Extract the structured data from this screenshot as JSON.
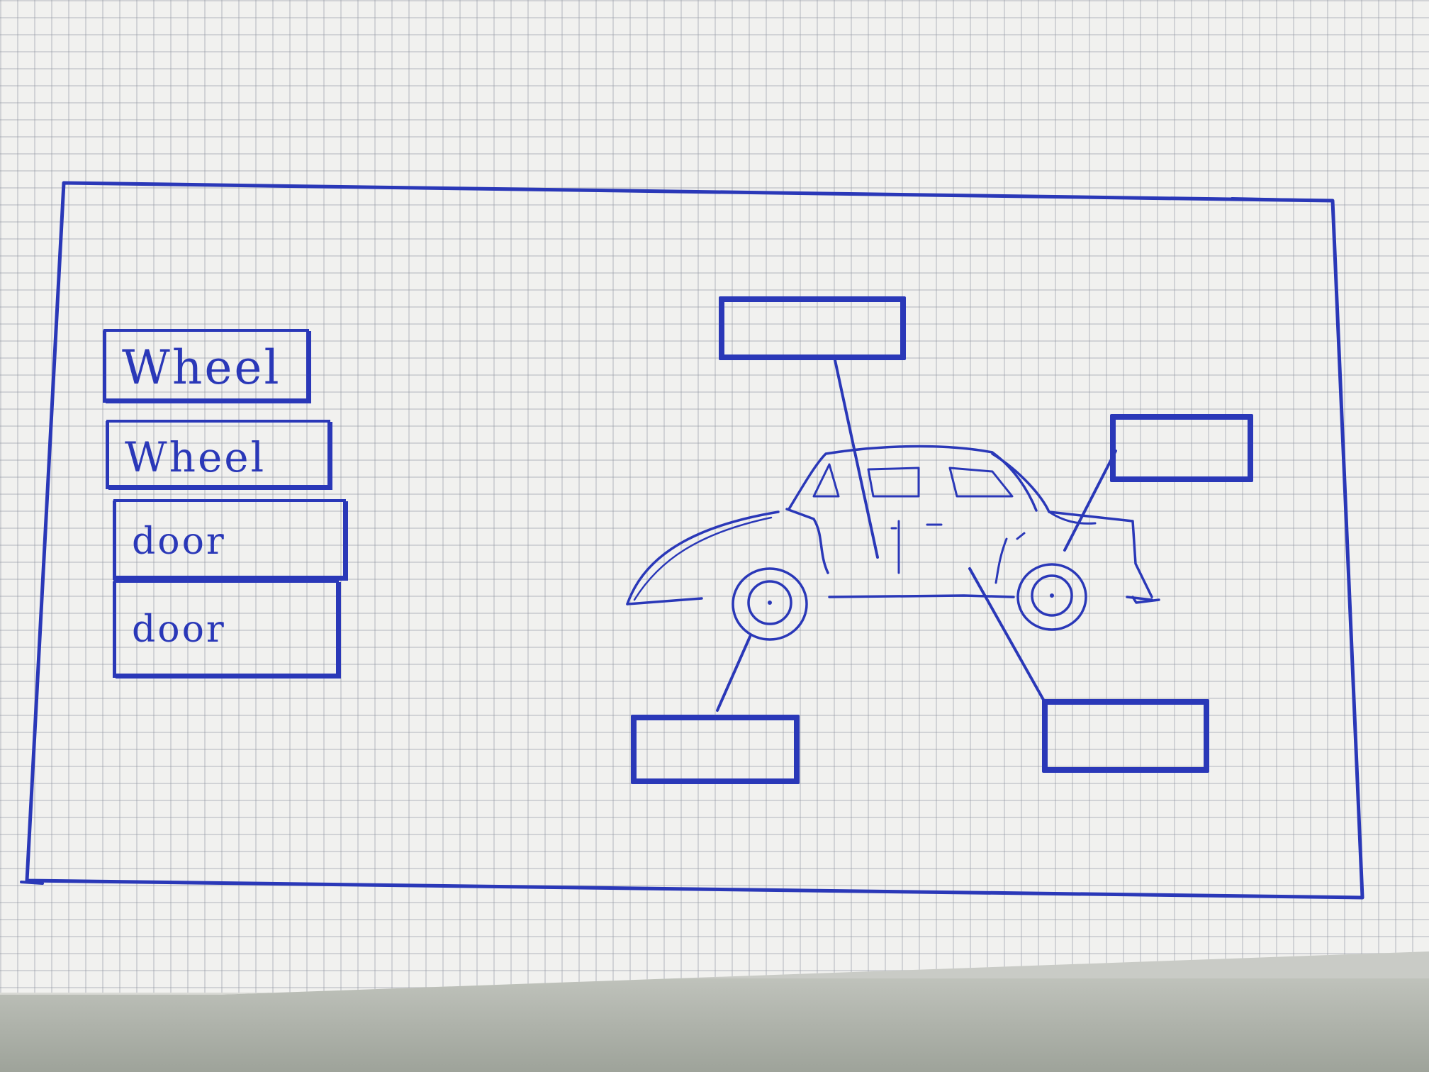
{
  "list": {
    "items": [
      {
        "label": "Wheel"
      },
      {
        "label": "Wheel"
      },
      {
        "label": "door"
      },
      {
        "label": "door"
      }
    ]
  },
  "callouts": [
    {
      "label": ""
    },
    {
      "label": ""
    },
    {
      "label": ""
    },
    {
      "label": ""
    }
  ],
  "colors": {
    "ink": "#2a38b8",
    "paper": "#f1f1ef"
  },
  "icons": {
    "car": "car-icon"
  }
}
